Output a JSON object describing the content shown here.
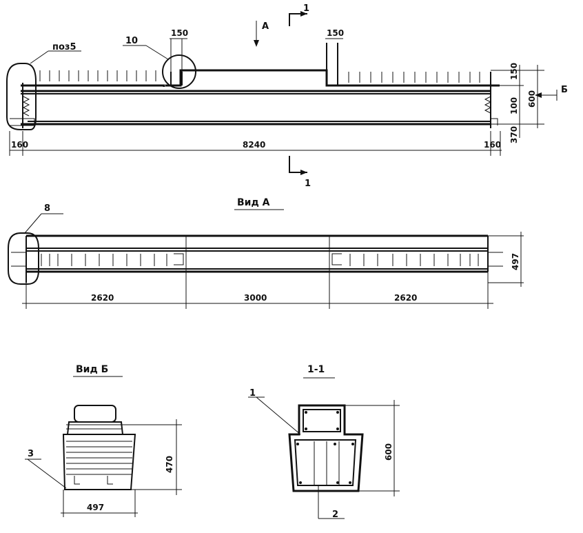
{
  "elevation": {
    "labels": {
      "pos5": "поз5",
      "item10": "10",
      "view_a_marker": "А",
      "view_b_marker": "Б",
      "section_1_top": "1",
      "section_1_bottom": "1"
    },
    "dims": {
      "notch_left": "150",
      "notch_right": "150",
      "left_end": "160",
      "total_length": "8240",
      "right_end": "160",
      "height_top": "150",
      "height_mid": "100",
      "height_total": "600",
      "height_bottom": "370"
    }
  },
  "view_a": {
    "title": "Вид А",
    "labels": {
      "item8": "8"
    },
    "dims": {
      "seg_left": "2620",
      "seg_mid": "3000",
      "seg_right": "2620",
      "width": "497"
    }
  },
  "view_b": {
    "title": "Вид Б",
    "labels": {
      "item3": "3"
    },
    "dims": {
      "height": "470",
      "width": "497"
    }
  },
  "section_1_1": {
    "title": "1-1",
    "labels": {
      "item1": "1",
      "item2": "2"
    },
    "dims": {
      "height": "600"
    }
  }
}
